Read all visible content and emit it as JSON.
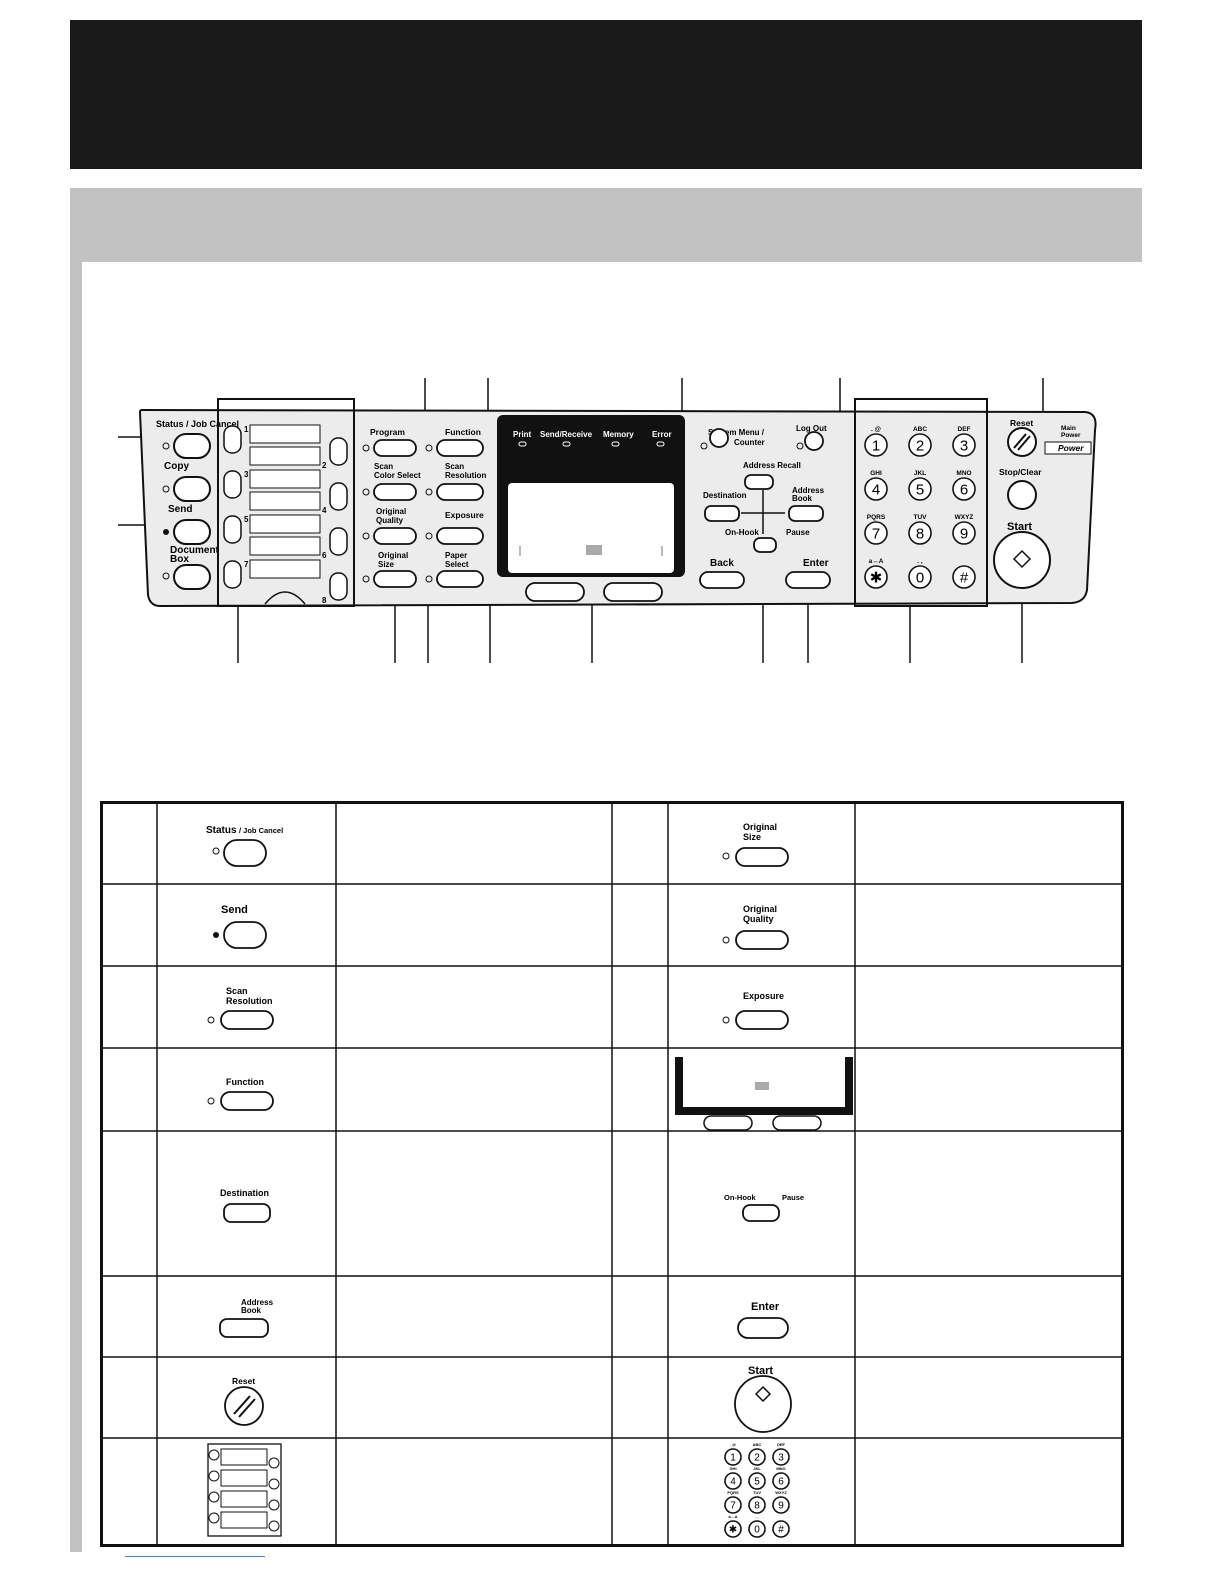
{
  "panel": {
    "status": "Status / Job Cancel",
    "copy": "Copy",
    "send": "Send",
    "docbox_1": "Document",
    "docbox_2": "Box",
    "program": "Program",
    "scan_color_1": "Scan",
    "scan_color_2": "Color Select",
    "orig_quality_1": "Original",
    "orig_quality_2": "Quality",
    "orig_size_1": "Original",
    "orig_size_2": "Size",
    "function": "Function",
    "scan_res_1": "Scan",
    "scan_res_2": "Resolution",
    "exposure": "Exposure",
    "paper_1": "Paper",
    "paper_2": "Select",
    "print": "Print",
    "send_receive": "Send/Receive",
    "memory": "Memory",
    "error": "Error",
    "system_menu": "System Menu /",
    "counter": "Counter",
    "log_out": "Log Out",
    "address_recall": "Address Recall",
    "destination": "Destination",
    "address_book_1": "Address",
    "address_book_2": "Book",
    "on_hook": "On-Hook",
    "pause": "Pause",
    "back": "Back",
    "enter": "Enter",
    "reset": "Reset",
    "main_power_1": "Main",
    "main_power_2": "Power",
    "power": "Power",
    "stop_clear": "Stop/Clear",
    "start": "Start",
    "one_touch_numbers": [
      "1",
      "2",
      "3",
      "4",
      "5",
      "6",
      "7",
      "8"
    ],
    "keypad": [
      {
        "digit": "1",
        "letters": ". @"
      },
      {
        "digit": "2",
        "letters": "ABC"
      },
      {
        "digit": "3",
        "letters": "DEF"
      },
      {
        "digit": "4",
        "letters": "GHI"
      },
      {
        "digit": "5",
        "letters": "JKL"
      },
      {
        "digit": "6",
        "letters": "MNO"
      },
      {
        "digit": "7",
        "letters": "PQRS"
      },
      {
        "digit": "8",
        "letters": "TUV"
      },
      {
        "digit": "9",
        "letters": "WXYZ"
      },
      {
        "digit": "✱",
        "letters": "a↔A"
      },
      {
        "digit": "0",
        "letters": ". ,"
      },
      {
        "digit": "#",
        "letters": ""
      }
    ]
  },
  "table": {
    "status": "Status",
    "job_cancel": "/ Job Cancel",
    "send": "Send",
    "scan": "Scan",
    "resolution": "Resolution",
    "function": "Function",
    "destination": "Destination",
    "address": "Address",
    "book": "Book",
    "reset": "Reset",
    "original": "Original",
    "size": "Size",
    "quality": "Quality",
    "exposure": "Exposure",
    "on_hook": "On-Hook",
    "pause": "Pause",
    "enter": "Enter",
    "start": "Start"
  }
}
